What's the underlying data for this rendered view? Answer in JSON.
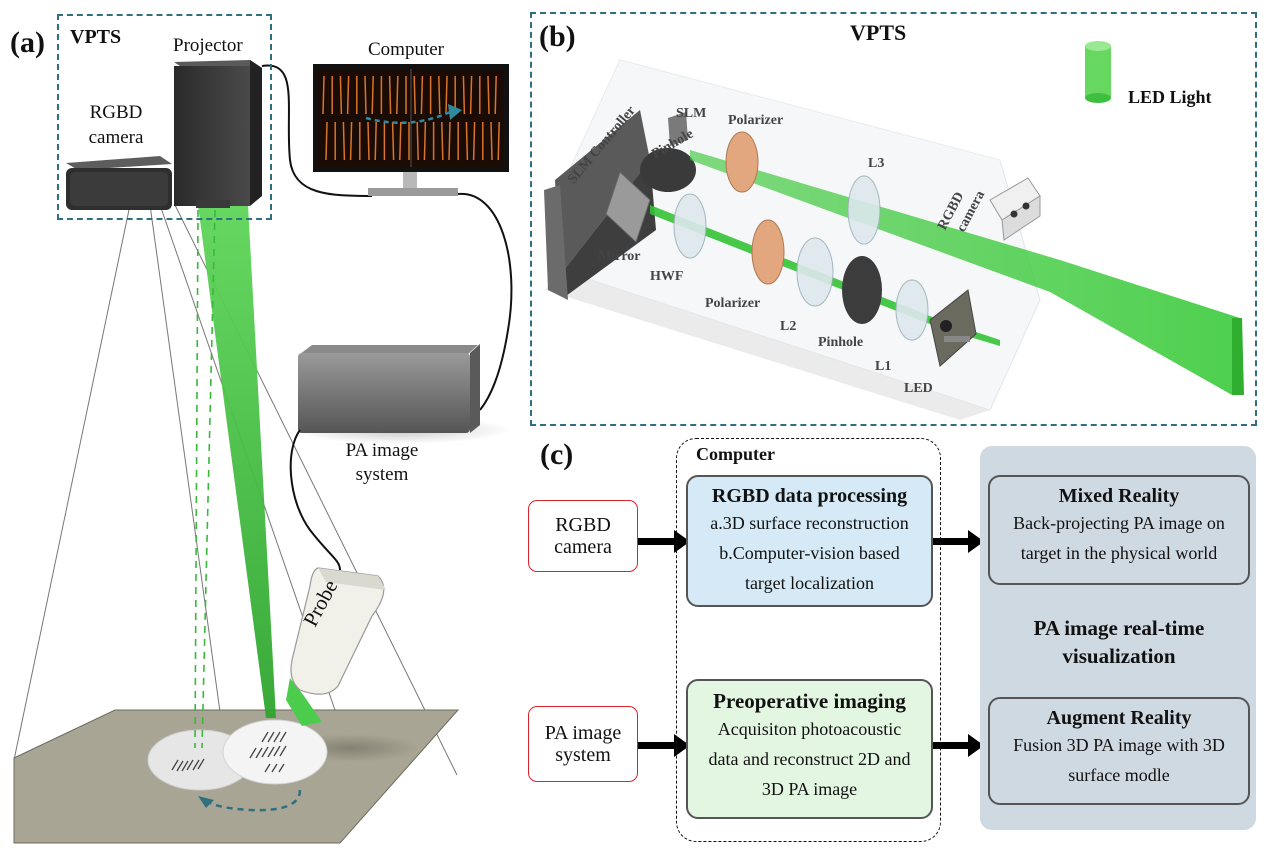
{
  "panel_a": {
    "letter": "(a)",
    "vpts": "VPTS",
    "projector": "Projector",
    "rgbd_camera": [
      "RGBD",
      "camera"
    ],
    "computer": "Computer",
    "pa_system": [
      "PA image",
      "system"
    ],
    "probe": "Probe"
  },
  "panel_b": {
    "letter": "(b)",
    "vpts": "VPTS",
    "legend": "LED Light",
    "components": {
      "slm_controller": "SLM Controller",
      "slm": "SLM",
      "pinhole_top": "Pinhole",
      "polarizer_top": "Polarizer",
      "l3": "L3",
      "rgbd_camera": [
        "RGBD",
        "camera"
      ],
      "mirror": "Mirror",
      "hwf": "HWF",
      "polarizer_bottom": "Polarizer",
      "l2": "L2",
      "pinhole_bottom": "Pinhole",
      "l1": "L1",
      "led": "LED"
    }
  },
  "panel_c": {
    "letter": "(c)",
    "computer": "Computer",
    "input_rgbd": [
      "RGBD",
      "camera"
    ],
    "input_pa": [
      "PA image",
      "system"
    ],
    "rgbd_box": {
      "title": "RGBD data processing",
      "lines": [
        "a.3D surface reconstruction",
        "b.Computer-vision based",
        "target localization"
      ]
    },
    "preop_box": {
      "title": "Preoperative imaging",
      "lines": [
        "Acquisiton photoacoustic",
        "data and reconstruct 2D and",
        "3D PA image"
      ]
    },
    "mixed_box": {
      "title": "Mixed Reality",
      "lines": [
        "Back-projecting PA image on",
        "target in the physical world"
      ]
    },
    "center_label": [
      "PA image real-time",
      "visualization"
    ],
    "augment_box": {
      "title": "Augment Reality",
      "lines": [
        "Fusion 3D PA image with 3D",
        "surface modle"
      ]
    }
  },
  "colors": {
    "dash": "#2f6f80",
    "green": "#4fd14a",
    "rgbd_box_bg": "#d5eaf6",
    "preop_box_bg": "#e3f6e1",
    "output_panel_bg": "#cfd9e2",
    "input_border": "#d9242b"
  }
}
